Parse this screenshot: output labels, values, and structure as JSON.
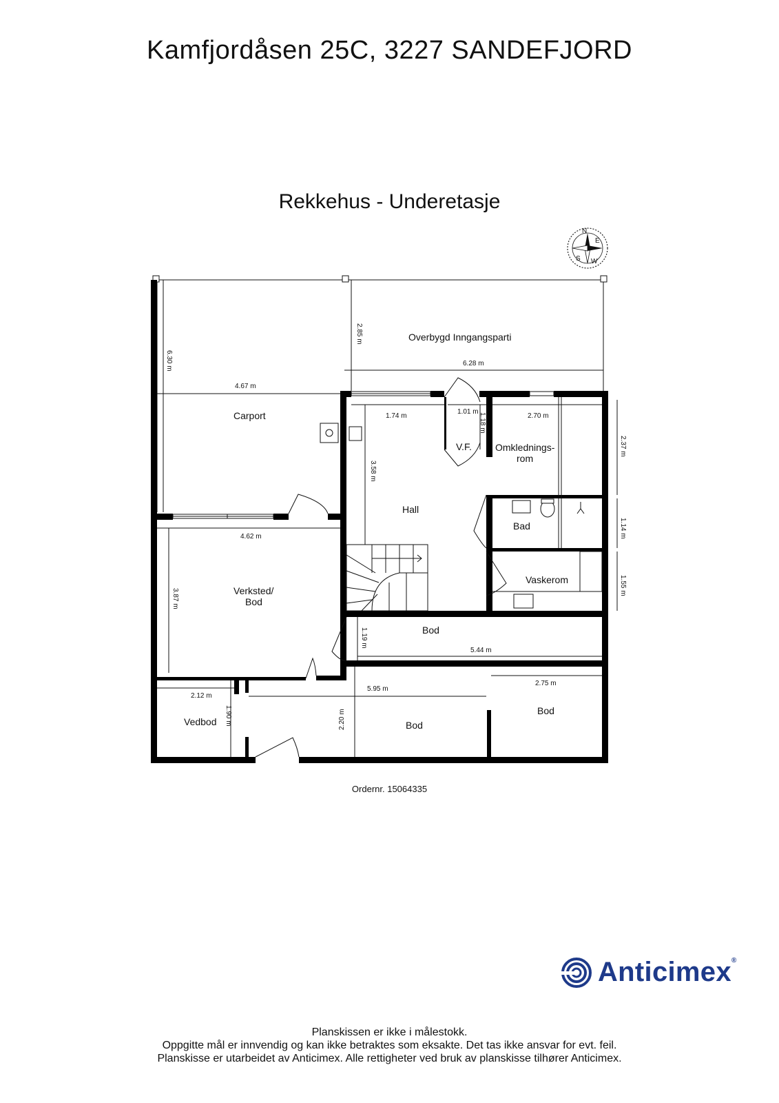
{
  "title": "Kamfjordåsen 25C, 3227 SANDEFJORD",
  "subtitle": "Rekkehus  - Underetasje",
  "compass": {
    "n": "N",
    "s": "S",
    "e": "E",
    "w": "W"
  },
  "rooms": {
    "entry": "Overbygd Inngangsparti",
    "carport": "Carport",
    "vf": "V.F.",
    "dressing_1": "Omklednings-",
    "dressing_2": "rom",
    "hall": "Hall",
    "bath": "Bad",
    "laundry": "Vaskerom",
    "workshop_1": "Verksted/",
    "workshop_2": "Bod",
    "storage_mid": "Bod",
    "woodshed": "Vedbod",
    "storage_bottom": "Bod",
    "storage_right": "Bod"
  },
  "dimensions": {
    "d630": "6.30 m",
    "d285": "2.85 m",
    "d628": "6.28 m",
    "d467": "4.67 m",
    "d174": "1.74 m",
    "d101": "1.01 m",
    "d118": "1.18 m",
    "d270": "2.70 m",
    "d237": "2.37 m",
    "d358": "3.58 m",
    "d114": "1.14 m",
    "d462": "4.62 m",
    "d155": "1.55 m",
    "d387": "3.87 m",
    "d119": "1.19 m",
    "d544": "5.44 m",
    "d212": "2.12 m",
    "d595": "5.95 m",
    "d275": "2.75 m",
    "d190": "1.90 m",
    "d220": "2.20 m"
  },
  "order": "Ordernr. 15064335",
  "logo": {
    "name": "Anticimex",
    "mark": "®",
    "icon": "anticimex-logo-icon",
    "color": "#1e3a8a"
  },
  "footer": {
    "line1": "Planskissen er ikke i målestokk.",
    "line2": "Oppgitte mål er innvendig og kan ikke betraktes som eksakte. Det tas ikke ansvar for evt. feil.",
    "line3": "Planskisse er utarbeidet av Anticimex. Alle rettigheter ved bruk av planskisse tilhører Anticimex."
  }
}
